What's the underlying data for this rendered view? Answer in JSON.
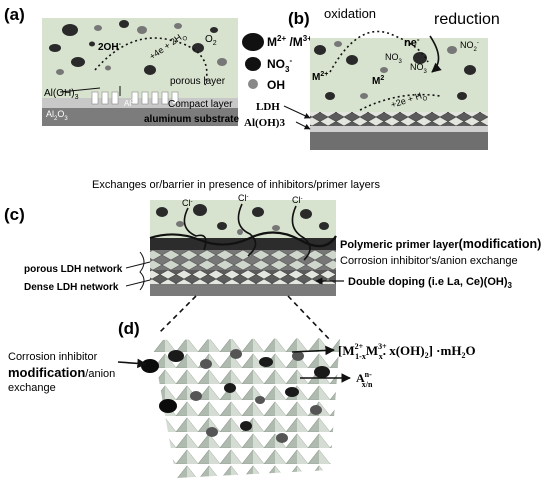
{
  "panel_a": {
    "tag": "(a)",
    "ion_2oh": "2OH",
    "ion_2oh_sup": "-",
    "o2": "O",
    "o2_sub": "2",
    "reaction_a": "+4e",
    "reaction_b": " + 2H",
    "reaction_c": "O",
    "porous": "porous layer",
    "aloh": "Al(OH)",
    "aloh_sub": "3",
    "al3": "Al",
    "al3_sup": "3+",
    "al2o3": "Al",
    "al2o3_s1": "2",
    "al2o3_o": "O",
    "al2o3_s2": "3",
    "compact": "Compact layer",
    "substrate": "aluminum substrate"
  },
  "legend": {
    "m_label": "M",
    "m_sup1": "2+",
    "m_mid": " /M",
    "m_sup2": "3+",
    "no3": "NO",
    "no3_sub": "3",
    "no3_sup": "-",
    "oh": "OH"
  },
  "panel_b": {
    "tag": "(b)",
    "oxidation": "oxidation",
    "reduction": "reduction",
    "ne": "ne",
    "ne_sup": "-",
    "no3_a": "NO",
    "no3_a_sub": "3",
    "no3_b": "NO",
    "no3_b_sub": "3",
    "no2": "NO",
    "no2_sub": "2",
    "no2_sup": "-",
    "m2a": "M",
    "m2a_sup": "2+",
    "m2b": "M",
    "m2b_sup": "2",
    "reaction": "+2e",
    "reaction_b": " + H",
    "reaction_c": "O",
    "ldh": "LDH",
    "aloh": "Al(OH)3"
  },
  "panel_c": {
    "caption": "Exchanges or/barrier in presence of inhibitors/primer layers",
    "tag": "(c)",
    "cl": "Cl",
    "cl_sup": "-",
    "polymeric": "Polymeric primer layer",
    "modification": "(modification)",
    "inhibitor_exchange": "Corrosion inhibitor's/anion exchange",
    "porous_ldh": "porous LDH network",
    "dense_ldh": "Dense LDH network",
    "double_doping": "Double doping (i.e La, Ce)(OH)",
    "double_doping_sub": "3"
  },
  "panel_d": {
    "tag": "(d)",
    "left_1": "Corrosion inhibitor",
    "left_2": "modification",
    "left_3": "/anion",
    "left_4": "exchange",
    "formula": "[M",
    "f_sup1": "2+",
    "f_sub1": "1-x",
    "f_m2": "M",
    "f_sup2": "3+",
    "f_sub2": "x",
    "f_rest": ". x(OH)",
    "f_sub3": "2",
    "f_end": "] ·mH",
    "f_sub4": "2",
    "f_o": "O",
    "anion": "A",
    "anion_sup": "n-",
    "anion_sub": "x/n"
  }
}
